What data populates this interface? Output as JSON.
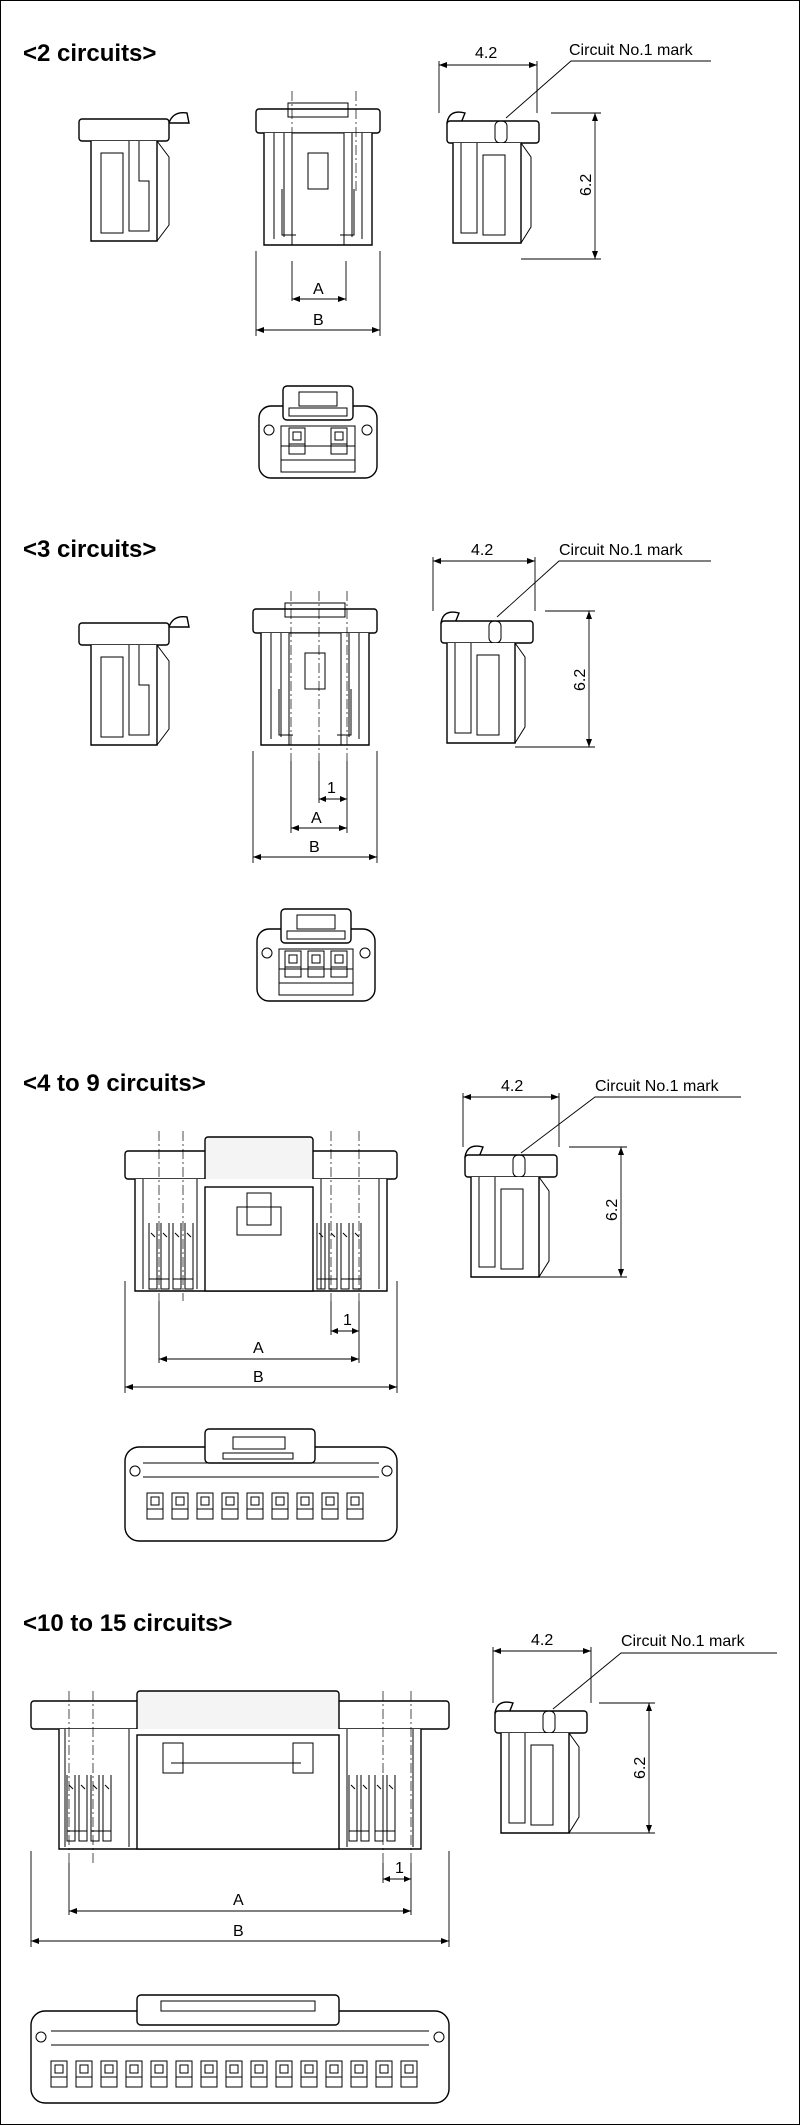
{
  "sections": [
    {
      "heading": "<2 circuits>",
      "dims": {
        "width_top": "4.2",
        "height": "6.2",
        "inner": "A",
        "outer": "B"
      },
      "mark_label": "Circuit No.1 mark"
    },
    {
      "heading": "<3 circuits>",
      "dims": {
        "width_top": "4.2",
        "height": "6.2",
        "pitch": "1",
        "inner": "A",
        "outer": "B"
      },
      "mark_label": "Circuit No.1 mark"
    },
    {
      "heading": "<4 to 9 circuits>",
      "dims": {
        "width_top": "4.2",
        "height": "6.2",
        "pitch": "1",
        "inner": "A",
        "outer": "B"
      },
      "mark_label": "Circuit No.1 mark"
    },
    {
      "heading": "<10 to 15 circuits>",
      "dims": {
        "width_top": "4.2",
        "height": "6.2",
        "pitch": "1",
        "inner": "A",
        "outer": "B"
      },
      "mark_label": "Circuit No.1 mark"
    }
  ]
}
